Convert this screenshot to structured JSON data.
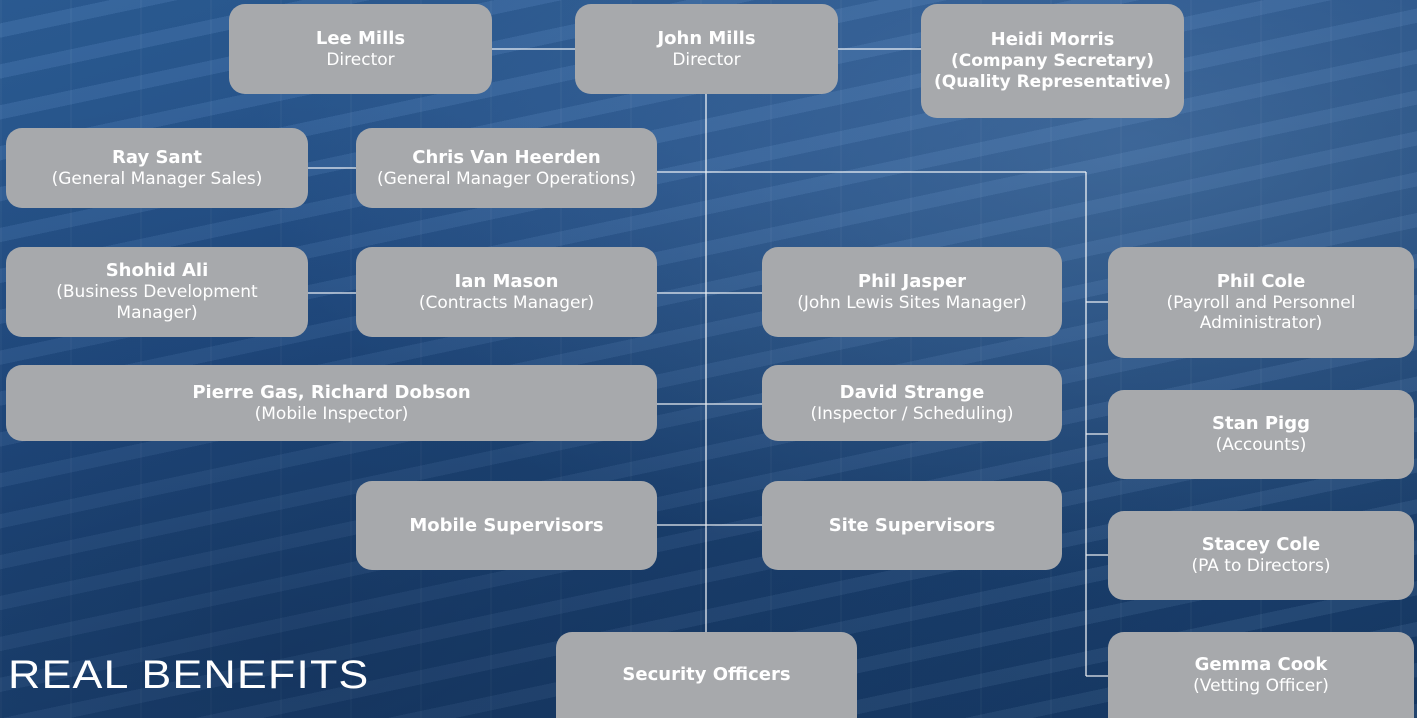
{
  "brand": "REAL BENEFITS",
  "nodes": {
    "lee_mills": {
      "name": "Lee Mills",
      "role": "Director"
    },
    "john_mills": {
      "name": "John Mills",
      "role": "Director"
    },
    "heidi_morris": {
      "name": "Heidi Morris",
      "role": "(Company Secretary)",
      "role2": "(Quality Representative)"
    },
    "ray_sant": {
      "name": "Ray Sant",
      "role": "(General Manager Sales)"
    },
    "chris_van_heerden": {
      "name": "Chris Van Heerden",
      "role": "(General Manager Operations)"
    },
    "shohid_ali": {
      "name": "Shohid Ali",
      "role": "(Business Development",
      "role2": "Manager)"
    },
    "ian_mason": {
      "name": "Ian Mason",
      "role": "(Contracts Manager)"
    },
    "phil_jasper": {
      "name": "Phil Jasper",
      "role": "(John Lewis Sites Manager)"
    },
    "phil_cole": {
      "name": "Phil Cole",
      "role": "(Payroll and Personnel",
      "role2": "Administrator)"
    },
    "mobile_inspectors": {
      "name": "Pierre Gas, Richard Dobson",
      "role": "(Mobile Inspector)"
    },
    "david_strange": {
      "name": "David Strange",
      "role": "(Inspector / Scheduling)"
    },
    "stan_pigg": {
      "name": "Stan Pigg",
      "role": "(Accounts)"
    },
    "mobile_supervisors": {
      "name": "Mobile Supervisors"
    },
    "site_supervisors": {
      "name": "Site Supervisors"
    },
    "stacey_cole": {
      "name": "Stacey Cole",
      "role": "(PA to Directors)"
    },
    "security_officers": {
      "name": "Security Officers"
    },
    "gemma_cook": {
      "name": "Gemma Cook",
      "role": "(Vetting Officer)"
    }
  },
  "colors": {
    "box": "#a7a9ac",
    "line": "#ffffff",
    "text": "#ffffff",
    "background": "#24528c"
  }
}
